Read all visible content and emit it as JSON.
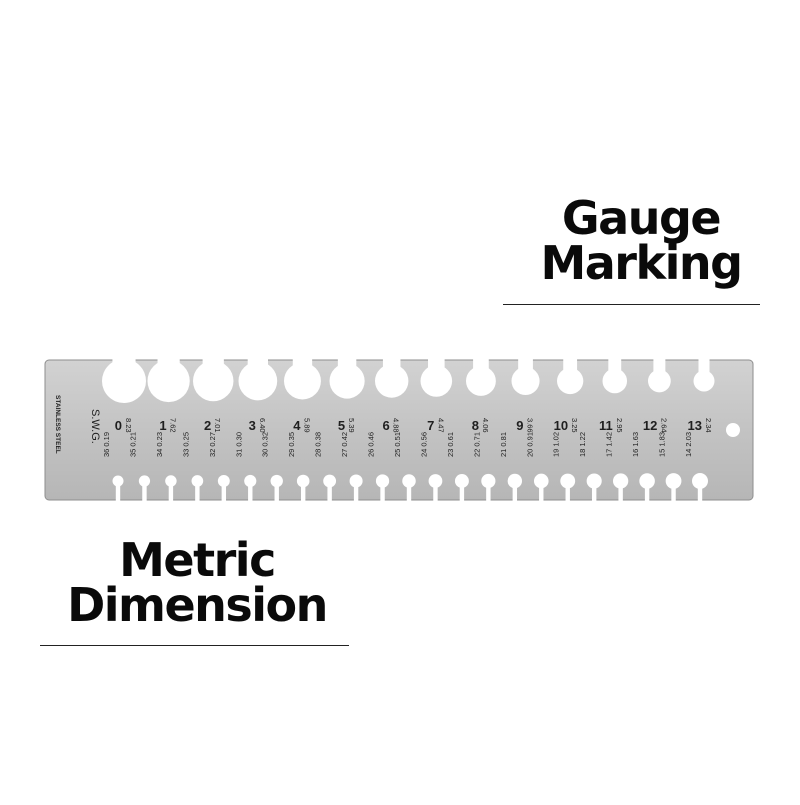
{
  "callouts": {
    "gauge_marking": [
      "Gauge",
      "Marking"
    ],
    "metric_dimension": [
      "Metric",
      "Dimension"
    ]
  },
  "tool": {
    "material_label": "STAINLESS STEEL",
    "system_label": "S.W.G.",
    "top_slots": [
      {
        "gauge": "0",
        "mm": "8.23"
      },
      {
        "gauge": "1",
        "mm": "7.62"
      },
      {
        "gauge": "2",
        "mm": "7.01"
      },
      {
        "gauge": "3",
        "mm": "6.40"
      },
      {
        "gauge": "4",
        "mm": "5.89"
      },
      {
        "gauge": "5",
        "mm": "5.39"
      },
      {
        "gauge": "6",
        "mm": "4.88"
      },
      {
        "gauge": "7",
        "mm": "4.47"
      },
      {
        "gauge": "8",
        "mm": "4.06"
      },
      {
        "gauge": "9",
        "mm": "3.66"
      },
      {
        "gauge": "10",
        "mm": "3.25"
      },
      {
        "gauge": "11",
        "mm": "2.95"
      },
      {
        "gauge": "12",
        "mm": "2.64"
      },
      {
        "gauge": "13",
        "mm": "2.34"
      }
    ],
    "bottom_slots": [
      {
        "gauge": "36",
        "mm": "0.19"
      },
      {
        "gauge": "35",
        "mm": "0.21"
      },
      {
        "gauge": "34",
        "mm": "0.23"
      },
      {
        "gauge": "33",
        "mm": "0.25"
      },
      {
        "gauge": "32",
        "mm": "0.27"
      },
      {
        "gauge": "31",
        "mm": "0.30"
      },
      {
        "gauge": "30",
        "mm": "0.32"
      },
      {
        "gauge": "29",
        "mm": "0.35"
      },
      {
        "gauge": "28",
        "mm": "0.38"
      },
      {
        "gauge": "27",
        "mm": "0.42"
      },
      {
        "gauge": "26",
        "mm": "0.46"
      },
      {
        "gauge": "25",
        "mm": "0.51"
      },
      {
        "gauge": "24",
        "mm": "0.56"
      },
      {
        "gauge": "23",
        "mm": "0.61"
      },
      {
        "gauge": "22",
        "mm": "0.71"
      },
      {
        "gauge": "21",
        "mm": "0.81"
      },
      {
        "gauge": "20",
        "mm": "0.91"
      },
      {
        "gauge": "19",
        "mm": "1.02"
      },
      {
        "gauge": "18",
        "mm": "1.22"
      },
      {
        "gauge": "17",
        "mm": "1.42"
      },
      {
        "gauge": "16",
        "mm": "1.63"
      },
      {
        "gauge": "15",
        "mm": "1.83"
      },
      {
        "gauge": "14",
        "mm": "2.03"
      }
    ],
    "colors": {
      "steel": "#c4c4c4",
      "steel_edge": "#8e8e8e",
      "engraving": "#1f1f1f",
      "background": "#ffffff"
    }
  }
}
